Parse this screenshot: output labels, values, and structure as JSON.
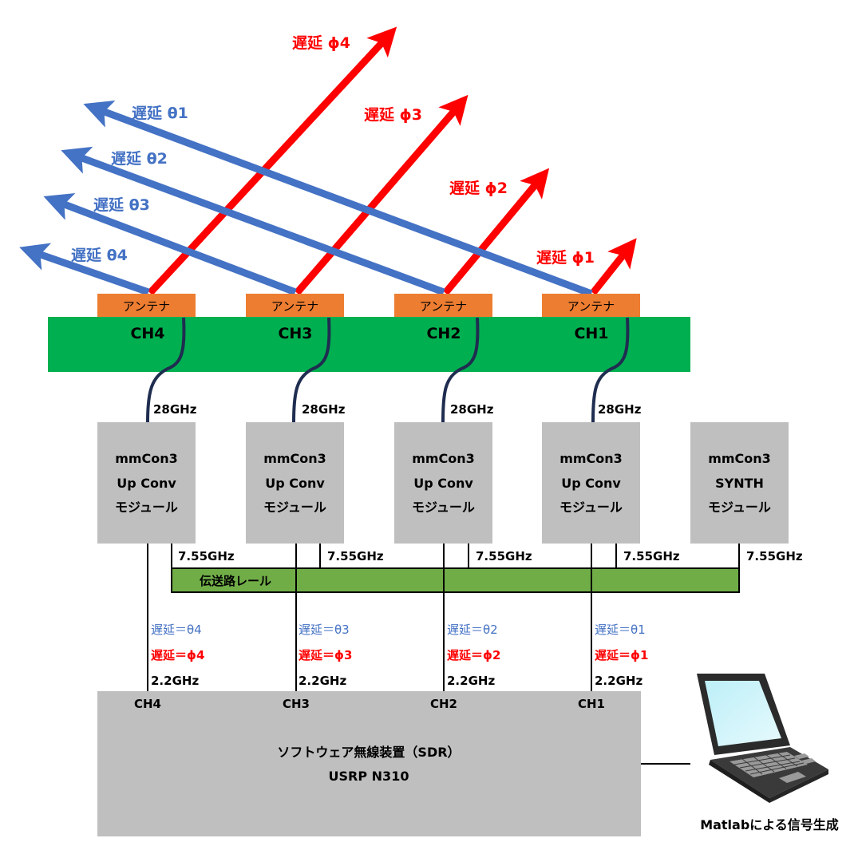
{
  "colors": {
    "theta_blue": "#4472C4",
    "phi_red": "#FF0000",
    "antenna_orange": "#ED7D31",
    "board_green": "#00B050",
    "rail_green": "#70AD47",
    "module_gray": "#BFBFBF",
    "cable_navy": "#1F2D50",
    "text_black": "#000000"
  },
  "beams": {
    "theta": [
      {
        "id": "theta1",
        "label": "遅延 θ1"
      },
      {
        "id": "theta2",
        "label": "遅延 θ2"
      },
      {
        "id": "theta3",
        "label": "遅延 θ3"
      },
      {
        "id": "theta4",
        "label": "遅延 θ4"
      }
    ],
    "phi": [
      {
        "id": "phi1",
        "label": "遅延 ϕ1"
      },
      {
        "id": "phi2",
        "label": "遅延 ϕ2"
      },
      {
        "id": "phi3",
        "label": "遅延 ϕ3"
      },
      {
        "id": "phi4",
        "label": "遅延 ϕ4"
      }
    ]
  },
  "antennas": [
    {
      "label": "アンテナ"
    },
    {
      "label": "アンテナ"
    },
    {
      "label": "アンテナ"
    },
    {
      "label": "アンテナ"
    }
  ],
  "board_channels": [
    "CH4",
    "CH3",
    "CH2",
    "CH1"
  ],
  "rf_freq": "28GHz",
  "modules": [
    {
      "line1": "mmCon3",
      "line2": "Up Conv",
      "line3": "モジュール"
    },
    {
      "line1": "mmCon3",
      "line2": "Up Conv",
      "line3": "モジュール"
    },
    {
      "line1": "mmCon3",
      "line2": "Up Conv",
      "line3": "モジュール"
    },
    {
      "line1": "mmCon3",
      "line2": "Up Conv",
      "line3": "モジュール"
    },
    {
      "line1": "mmCon3",
      "line2": "SYNTH",
      "line3": "モジュール"
    }
  ],
  "lo_freq": "7.55GHz",
  "rail_label": "伝送路レール",
  "if_paths": [
    {
      "theta": "遅延＝θ4",
      "phi": "遅延＝ϕ4",
      "freq": "2.2GHz",
      "ch": "CH4"
    },
    {
      "theta": "遅延＝θ3",
      "phi": "遅延＝ϕ3",
      "freq": "2.2GHz",
      "ch": "CH3"
    },
    {
      "theta": "遅延＝θ2",
      "phi": "遅延＝ϕ2",
      "freq": "2.2GHz",
      "ch": "CH2"
    },
    {
      "theta": "遅延＝θ1",
      "phi": "遅延＝ϕ1",
      "freq": "2.2GHz",
      "ch": "CH1"
    }
  ],
  "sdr": {
    "line1": "ソフトウェア無線装置（SDR）",
    "line2": "USRP N310"
  },
  "pc": {
    "label": "Matlabによる信号生成"
  }
}
